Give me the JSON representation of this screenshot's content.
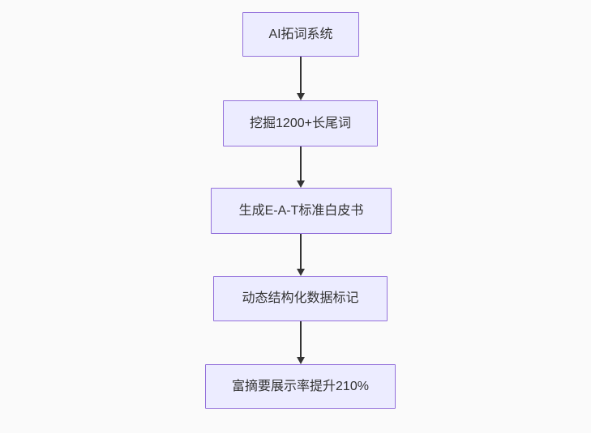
{
  "diagram": {
    "type": "flowchart-vertical",
    "nodes": [
      {
        "id": "n0",
        "label": "AI拓词系统"
      },
      {
        "id": "n1",
        "label": "挖掘1200+长尾词"
      },
      {
        "id": "n2",
        "label": "生成E-A-T标准白皮书"
      },
      {
        "id": "n3",
        "label": "动态结构化数据标记"
      },
      {
        "id": "n4",
        "label": "富摘要展示率提升210%"
      }
    ],
    "edges": [
      {
        "from": "n0",
        "to": "n1",
        "style": "arrow-down"
      },
      {
        "from": "n1",
        "to": "n2",
        "style": "arrow-down"
      },
      {
        "from": "n2",
        "to": "n3",
        "style": "arrow-down"
      },
      {
        "from": "n3",
        "to": "n4",
        "style": "arrow-down"
      }
    ],
    "colors": {
      "background": "#FAFAFA",
      "node_fill": "#ECECFF",
      "node_border": "#9370DB",
      "text": "#333333",
      "arrow": "#333333"
    }
  }
}
